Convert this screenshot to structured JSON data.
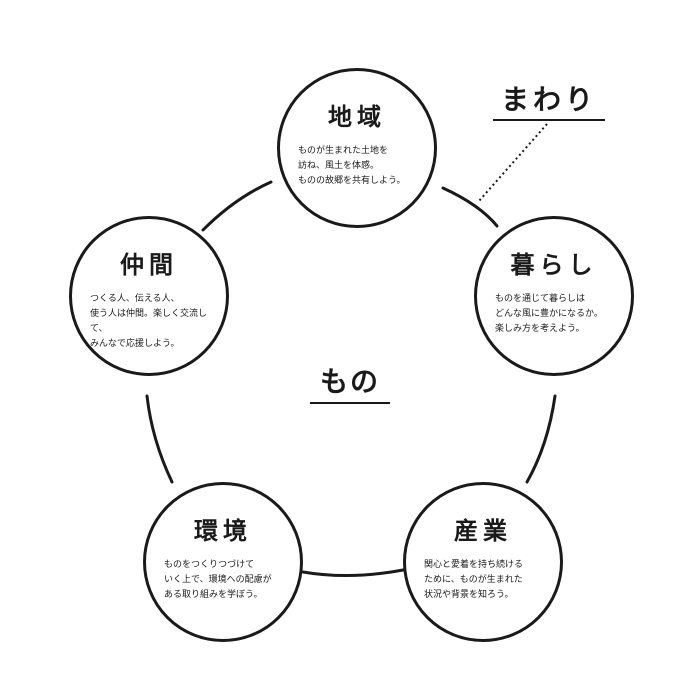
{
  "center": {
    "label": "もの"
  },
  "outer": {
    "label": "まわり"
  },
  "nodes": {
    "chiiki": {
      "title": "地域",
      "desc": "ものが生まれた土地を\n訪ね、風土を体感。\nものの故郷を共有しよう。"
    },
    "kurashi": {
      "title": "暮らし",
      "desc": "ものを通じて暮らしは\nどんな風に豊かになるか。\n楽しみ方を考えよう。"
    },
    "sangyo": {
      "title": "産業",
      "desc": "関心と愛着を持ち続ける\nために、ものが生まれた\n状況や背景を知ろう。"
    },
    "kankyo": {
      "title": "環境",
      "desc": "ものをつくりつづけて\nいく上で、環境への配慮が\nある取り組みを学ぼう。"
    },
    "nakama": {
      "title": "仲間",
      "desc": "つくる人、伝える人、\n使う人は仲間。楽しく交流して、\nみんなで応援しよう。"
    }
  }
}
